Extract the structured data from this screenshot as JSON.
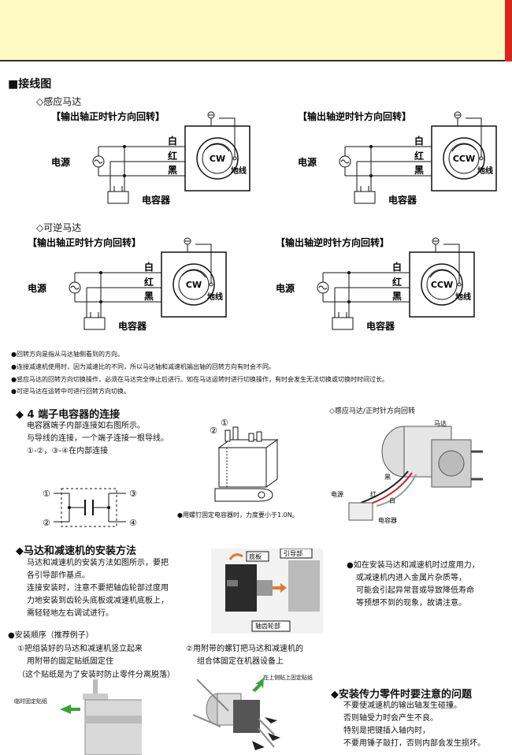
{
  "header": {
    "title": "■接线图"
  },
  "wiring": {
    "induction": {
      "title": "◇感应马达",
      "cw": {
        "caption": "【输出轴正时针方向回转】",
        "rotation": "CW"
      },
      "ccw": {
        "caption": "【输出轴逆时针方向回转】",
        "rotation": "CCW"
      }
    },
    "reversible": {
      "title": "◇可逆马达",
      "cw": {
        "caption": "【输出轴正时针方向回转】",
        "rotation": "CW"
      },
      "ccw": {
        "caption": "【输出轴逆时针方向回转】",
        "rotation": "CCW"
      }
    },
    "labels": {
      "white": "白",
      "red": "红",
      "black": "黑",
      "power": "电源",
      "ground": "地线",
      "capacitor": "电容器"
    }
  },
  "notes": [
    "●回转方向是指从马达轴侧看到的方向。",
    "●连接减速机使用时，因为减速比的不同，所以马达轴和减速机输出轴的回转方向有时会不同。",
    "●感应马达的回转方向切换操作，必须在马达完全停止后进行。如在马达运转时进行切换操作，有时会发生无法切换或切换时时间过长。",
    "●可逆马达在运转中可进行回转方向切换。"
  ],
  "capacitor_section": {
    "title": "◆ 4 端子电容器的连接",
    "lines": [
      "电容器端子内部连接如右图所示。",
      "与导线的连接，一个端子连接一根导线。",
      "①-②，③-④在内部连接"
    ],
    "terminals": [
      "①",
      "②",
      "③",
      "④"
    ],
    "fix_note": "●用螺钉固定电容器时，力度要小于1.0N。",
    "diagram_title": "◇感应马达/正时针方向回转",
    "diagram_labels": {
      "motor": "马达",
      "black": "黑",
      "red": "红",
      "white": "白",
      "power": "电源",
      "capacitor": "电容器"
    }
  },
  "install_section": {
    "title": "◆马达和减速机的安装方法",
    "lines": [
      "马达和减速机的安装方法如图所示，要把",
      "各引导部作基点。",
      "连接安装时，注意不要把轴齿轮部过度用",
      "力地安装到齿轮头底板或减速机底板上，",
      "需轻轻地左右调试进行。"
    ],
    "photo_labels": {
      "base": "底板",
      "guide": "引导部",
      "gear": "轴齿轮部"
    },
    "warning": [
      "●如在安装马达和减速机时过度用力，",
      "或减速机内进入金属片杂质等，",
      "可能会引起异常音或导致降低寿命",
      "等预想不到的现象，故请注意。"
    ]
  },
  "sequence": {
    "title": "●安装顺序（推荐例子）",
    "step1": [
      "①把组装好的马达和减速机竖立起来",
      "用附带的固定贴纸固定住",
      "（这个贴纸是为了安装时防止零件分离脱落）"
    ],
    "step2": [
      "②用附带的螺钉把马达和减速机的",
      "组合体固定在机器设备上"
    ],
    "sticker": "临时固定贴纸",
    "sticker_top": "在上侧贴上固定贴纸"
  },
  "transmission": {
    "title": "◆安装传力零件时要注意的问题",
    "lines": [
      "不要使减速机的输出轴发生碰撞。",
      "否则轴受力时会产生不良。",
      "特别是把键插入轴内时，",
      "不要用锤子敲打，否则内部会发生损坏。"
    ]
  },
  "colors": {
    "header_bg": "#fff9c4",
    "accent": "#d9261c",
    "arrow_green": "#3aa335",
    "arrow_orange": "#e87722"
  }
}
